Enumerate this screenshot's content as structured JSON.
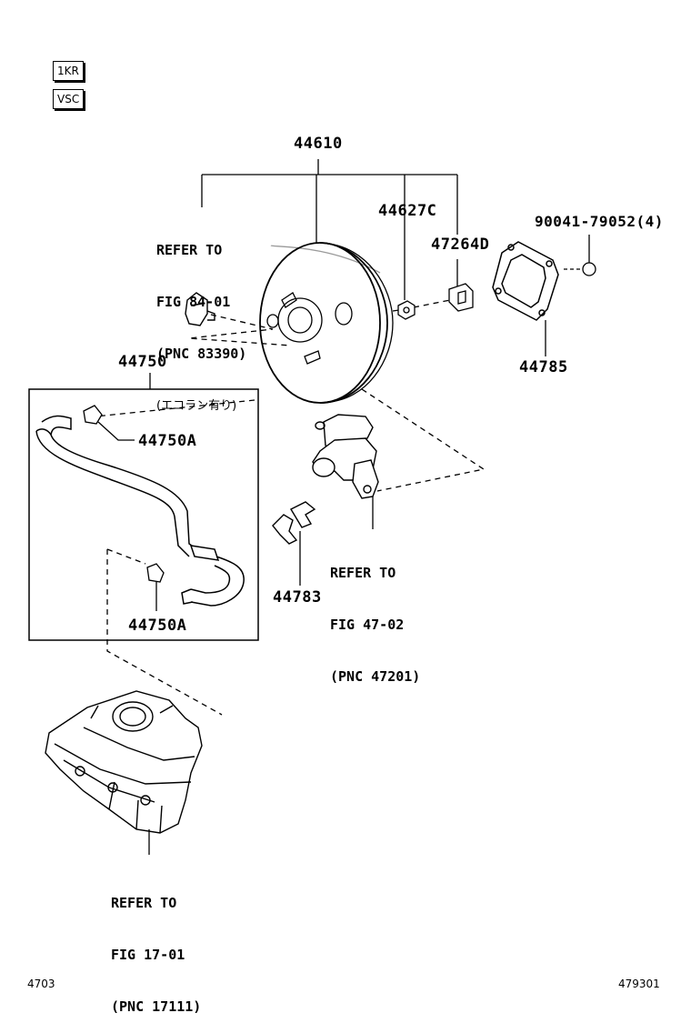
{
  "badges": [
    "1KR",
    "VSC"
  ],
  "part_numbers": {
    "booster_assy": "44610",
    "check_valve": "44627C",
    "bracket": "47264D",
    "nut": "90041-79052(4)",
    "gasket": "44785",
    "hose_assy": "44750",
    "clip_upper": "44750A",
    "clip_lower": "44750A",
    "clamp": "44783"
  },
  "references": {
    "fig84": [
      "REFER TO",
      "FIG 84-01",
      "(PNC 83390)",
      "(エコラン有り)"
    ],
    "fig47": [
      "REFER TO",
      "FIG 47-02",
      "(PNC 47201)"
    ],
    "fig17": [
      "REFER TO",
      "FIG 17-01",
      "(PNC 17111)"
    ]
  },
  "footer": {
    "left": "4703",
    "right": "479301"
  }
}
